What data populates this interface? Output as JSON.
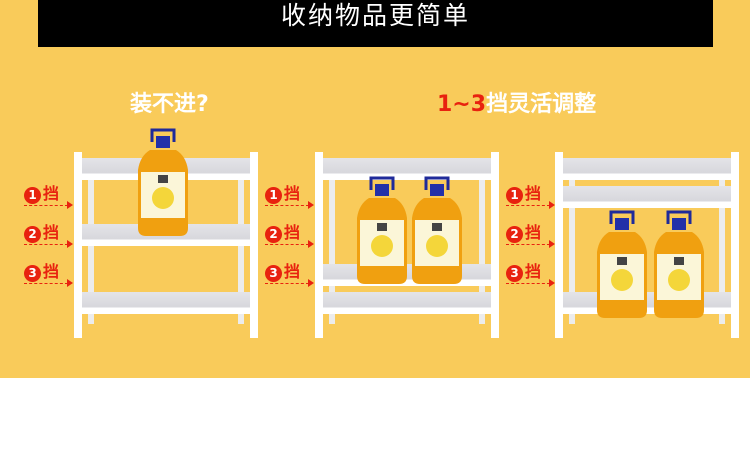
{
  "header": {
    "title": "收纳物品更简单"
  },
  "headings": {
    "left": "装不进?",
    "right_highlight": "1~3",
    "right_rest": "挡灵活调整"
  },
  "levels": [
    {
      "num": "1",
      "label": "挡"
    },
    {
      "num": "2",
      "label": "挡"
    },
    {
      "num": "3",
      "label": "挡"
    }
  ],
  "colors": {
    "background": "#f9cb5a",
    "accent": "#e8220f"
  }
}
